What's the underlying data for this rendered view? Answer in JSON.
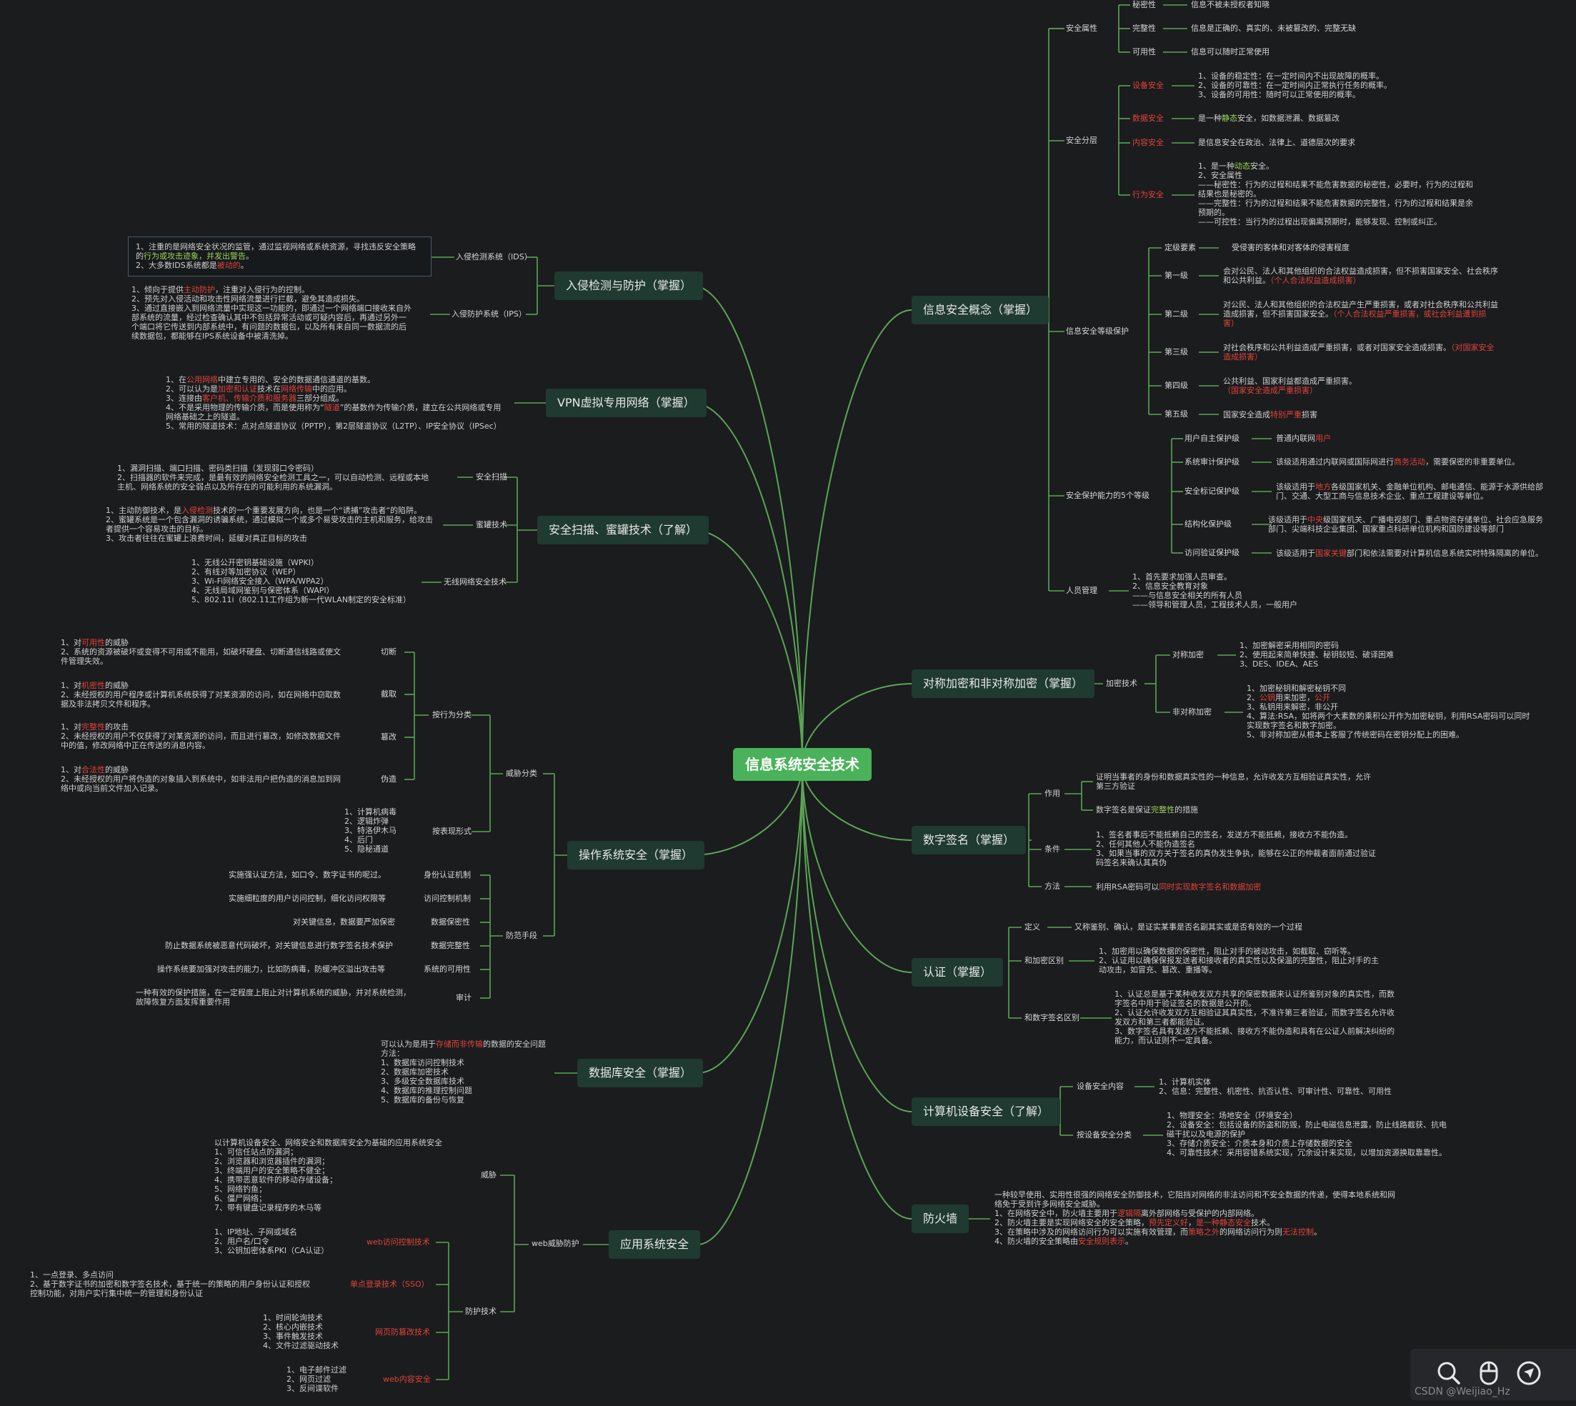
{
  "center": "信息系统安全技术",
  "branches": {
    "info": "信息安全概念（掌握）",
    "ids": "入侵检测与防护（掌握）",
    "vpn": "VPN虚拟专用网络（掌握）",
    "scan": "安全扫描、蜜罐技术（了解）",
    "os": "操作系统安全（掌握）",
    "db": "数据库安全（掌握）",
    "app": "应用系统安全",
    "crypto": "对称加密和非对称加密（掌握）",
    "sig": "数字签名（掌握）",
    "auth": "认证（掌握）",
    "dev": "计算机设备安全（了解）",
    "fw": "防火墙"
  },
  "info": {
    "attr": "安全属性",
    "conf": "秘密性",
    "conf_d": "信息不被未授权者知晓",
    "integ": "完整性",
    "integ_d": "信息是正确的、真实的、未被篡改的、完整无缺",
    "avail": "可用性",
    "avail_d": "信息可以随时正常使用",
    "layer": "安全分层",
    "dev": "设备安全",
    "dev_d": "1、设备的稳定性：在一定时间内不出现故障的概率。\n2、设备的可靠性：在一定时间内正常执行任务的概率。\n3、设备的可用性：随时可以正常使用的概率。",
    "data": "数据安全",
    "data_d1": "是一种",
    "data_d2": "静态",
    "data_d3": "安全，如数据泄漏、数据篡改",
    "content": "内容安全",
    "content_d": "是信息安全在政治、法律上、道德层次的要求",
    "behav": "行为安全",
    "behav_d1": "1、是一种",
    "behav_d2": "动态",
    "behav_d3": "安全。",
    "behav_d4": "2、安全属性\n——秘密性：行为的过程和结果不能危害数据的秘密性，必要时，行为的过程和\n结果也是秘密的。\n——完整性：行为的过程和结果不能危害数据的完整性，行为的过程和结果是余\n预期的。\n——可控性：当行为的过程出现偏离预期时，能够发现、控制或纠正。",
    "grade": "信息安全等级保护",
    "g0": "定级要素",
    "g0_d": "受侵害的客体和对客体的侵害程度",
    "g1": "第一级",
    "g1_d1": "会对公民、法人和其他组织的合法权益造成损害，但不损害国家安全、社会秩序\n和公共利益。",
    "g1_d2": "（个人合法权益造成损害）",
    "g2": "第二级",
    "g2_d1": "对公民、法人和其他组织的合法权益产生严重损害，或者对社会秩序和公共利益\n造成损害，但不损害国家安全。",
    "g2_d2": "（个人合法权益严重损害，或社会利益遭到损\n害）",
    "g3": "第三级",
    "g3_d1": "对社会秩序和公共利益造成严重损害，或者对国家安全造成损害。",
    "g3_d2": "（对国家安全\n造成损害）",
    "g4": "第四级",
    "g4_d1": "公共利益、国家利益都造成严重损害。",
    "g4_d2": "（国家安全造成严重损害）",
    "g5": "第五级",
    "g5_d1": "国家安全造成",
    "g5_d2": "特别严重",
    "g5_d3": "损害",
    "level5": "安全保护能力的5个等级",
    "l1": "用户自主保护级",
    "l1_d1": "普通内联网",
    "l1_d2": "用户",
    "l2": "系统审计保护级",
    "l2_d1": "该级适用通过内联网或国际网进行",
    "l2_d2": "商务活动",
    "l2_d3": "，需要保密的非重要单位。",
    "l3": "安全标记保护级",
    "l3_d1": "该级适用于",
    "l3_d2": "地方",
    "l3_d3": "各级国家机关、金融单位机构、邮电通信、能源于水源供给部\n门、交通、大型工商与信息技术企业、重点工程建设等单位。",
    "l4": "结构化保护级",
    "l4_d1": "该级适用于",
    "l4_d2": "中央",
    "l4_d3": "级国家机关、广播电视部门、重点物资存储单位、社会应急服务\n部门、尖端科技企业集团、国家重点科研单位机构和国防建设等部门",
    "l5": "访问验证保护级",
    "l5_d1": "该级适用于",
    "l5_d2": "国家关键",
    "l5_d3": "部门和依法需要对计算机信息系统实时特殊隔离的单位。",
    "people": "人员管理",
    "people_d": "1、首先要求加强人员审查。\n2、信息安全教育对象\n——与信息安全相关的所有人员\n——领导和管理人员，工程技术人员，一般用户"
  },
  "ids": {
    "ids_l": "入侵检测系统（IDS）",
    "ids_d1": "1、注重的是网络安全状况的监管，通过监视网络或系统资源，寻找违反安全策略\n的",
    "ids_d2": "行为或攻击迹象，并发出警告",
    "ids_d3": "。\n2、大多数IDS系统都是",
    "ids_d4": "被动的",
    "ids_d5": "。",
    "ips_l": "入侵防护系统（IPS）",
    "ips_d1": "1、倾向于提供",
    "ips_d2": "主动防护",
    "ips_d3": "，注重对入侵行为的控制。\n2、预先对入侵活动和攻击性网络流量进行拦截，避免其造成损失。\n3、通过直接嵌入到网络流量中实现这一功能的，即通过一个网络端口接收来自外\n部系统的流量，经过检查确认其中不包括异常活动或可疑内容后，再通过另外一\n个端口将它传送到内部系统中，有问题的数据包，以及所有来自同一数据流的后\n续数据包，都能够在IPS系统设备中被清洗掉。"
  },
  "vpn": {
    "d1": "1、在",
    "d2": "公用网络",
    "d3": "中建立专用的、安全的数据通信通道的基数。",
    "d4": "2、可以认为是",
    "d5": "加密和认证",
    "d6": "技术在",
    "d7": "网络传输",
    "d8": "中的应用。",
    "d9": "3、连接由",
    "d10": "客户机、传输介质和服务器",
    "d11": "三部分组成。",
    "d12": "4、不是采用物理的传输介质，而是使用称为“",
    "d13": "隧道",
    "d14": "”的基数作为传输介质，建立在公共网络或专用\n网络基础之上的隧道。",
    "d15": "5、常用的隧道技术：点对点隧道协议（PPTP），第2层隧道协议（L2TP）、IP安全协议（IPSec）"
  },
  "scan": {
    "s_l": "安全扫描",
    "s_d": "1、漏洞扫描、端口扫描、密码类扫描（发现弱口令密码）\n2、扫描器的软件来完成，是最有效的网络安全检测工具之一，可以自动检测、远程或本地\n主机、网络系统的安全弱点以及所存在的可能利用的系统漏洞。",
    "h_l": "蜜罐技术",
    "h_d1": "1、主动防御技术，是",
    "h_d2": "入侵检测",
    "h_d3": "技术的一个重要发展方向，也是一个“诱捕”攻击者“的陷阱。\n2、蜜罐系统是一个包含漏洞的诱骗系统，通过模拟一个或多个易受攻击的主机和服务，给攻击\n者提供一个容易攻击的目标。\n3、攻击者往往在蜜罐上浪费时间，延缓对真正目标的攻击",
    "w_l": "无线网络安全技术",
    "w_d": "1、无线公开密钥基础设施（WPKI）\n2、有线对等加密协议（WEP）\n3、Wi-Fi网络安全接入（WPA/WPA2）\n4、无线局域网鉴别与保密体系（WAPI）\n5、802.11i（802.11工作组为新一代WLAN制定的安全标准）"
  },
  "os": {
    "threat": "威胁分类",
    "byact": "按行为分类",
    "cut": "切断",
    "cut_d1": "1、对",
    "cut_d2": "可用性",
    "cut_d3": "的威胁\n2、系统的资源被破坏或变得不可用或不能用，如破坏硬盘、切断通信线路或使文\n件管理失效。",
    "intc": "截取",
    "intc_d1": "1、对",
    "intc_d2": "机密性",
    "intc_d3": "的威胁\n2、未经授权的用户程序或计算机系统获得了对某资源的访问，如在网络中窃取数\n据及非法拷贝文件和程序。",
    "tamp": "篡改",
    "tamp_d1": "1、对",
    "tamp_d2": "完整性",
    "tamp_d3": "的攻击\n2、未经授权的用户不仅获得了对某资源的访问，而且进行篡改，如修改数据文件\n中的值，修改网络中正在传送的消息内容。",
    "forg": "伪造",
    "forg_d1": "1、对",
    "forg_d2": "合法性",
    "forg_d3": "的威胁\n2、未经授权的用户将伪造的对象插入到系统中，如非法用户把伪造的消息加到网\n络中或向当前文件加入记录。",
    "byform": "按表现形式",
    "form_d": "1、计算机病毒\n2、逻辑炸弹\n3、特洛伊木马\n4、后门\n5、隐秘通道",
    "prot": "防范手段",
    "p1": "身份认证机制",
    "p1_d": "实施强认证方法，如口令、数字证书的呢过。",
    "p2": "访问控制机制",
    "p2_d": "实施细粒度的用户访问控制，细化访问权限等",
    "p3": "数据保密性",
    "p3_d": "对关键信息，数据要严加保密",
    "p4": "数据完整性",
    "p4_d": "防止数据系统被恶意代码破坏，对关键信息进行数字签名技术保护",
    "p5": "系统的可用性",
    "p5_d": "操作系统要加强对攻击的能力，比如防病毒，防缓冲区溢出攻击等",
    "p6": "审计",
    "p6_d": "一种有效的保护措施，在一定程度上阻止对计算机系统的威胁，并对系统检测，\n故障恢复方面发挥重要作用"
  },
  "db": {
    "d1": "可以认为是用于",
    "d2": "存储而非传输",
    "d3": "的数据的安全问题",
    "d4": "方法：\n1、数据库访问控制技术\n2、数据库加密技术\n3、多级安全数据库技术\n4、数据库的推理控制问题\n5、数据库的备份与恢复"
  },
  "app": {
    "web": "web威胁防护",
    "threat": "威胁",
    "threat_d": "以计算机设备安全、网络安全和数据库安全为基础的应用系统安全\n1、可信任站点的漏洞；\n2、浏览器和浏览器插件的漏洞；\n3、终端用户的安全策略不健全；\n4、携带恶意软件的移动存储设备；\n5、网络钓鱼；\n6、僵尸网络；\n7、带有键盘记录程序的木马等",
    "prot": "防护技术",
    "t1": "web访问控制技术",
    "t1_d": "1、IP地址、子网或域名\n2、用户名/口令\n3、公钥加密体系PKI（CA认证）",
    "t2": "单点登录技术（SSO）",
    "t2_d": "1、一点登录、多点访问\n2、基于数字证书的加密和数字签名技术，基于统一的策略的用户身份认证和授权\n控制功能，对用户实行集中统一的管理和身份认证",
    "t3": "网页防篡改技术",
    "t3_d": "1、时间轮询技术\n2、核心内嵌技术\n3、事件触发技术\n4、文件过滤驱动技术",
    "t4": "web内容安全",
    "t4_d": "1、电子邮件过滤\n2、网页过滤\n3、反间谍软件"
  },
  "crypto": {
    "tech": "加密技术",
    "sym": "对称加密",
    "sym_d": "1、加密解密采用相同的密码\n2、使用起来简单快捷、秘钥较短、破译困难\n3、DES、IDEA、AES",
    "asym": "非对称加密",
    "asym_d1": "1、加密秘钥和解密秘钥不同",
    "asym_d2": "2、",
    "asym_d3": "公钥",
    "asym_d4": "用来加密，",
    "asym_d5": "公开",
    "asym_d6": "3、私钥用来解密，非公开\n4、算法:RSA，如将两个大素数的乘积公开作为加密秘钥，利用RSA密码可以同时\n实现数字签名和数字加密。\n5、非对称加密从根本上客服了传统密码在密钥分配上的困难。"
  },
  "sig": {
    "use": "作用",
    "use_d1": "证明当事者的身份和数据真实性的一种信息，允许收发方互相验证真实性，允许\n第三方验证",
    "use_d2": "数字签名是保证",
    "use_d3": "完整性",
    "use_d4": "的措施",
    "cond": "条件",
    "cond_d": "1、签名者事后不能抵赖自己的签名，发送方不能抵赖，接收方不能伪造。\n2、任何其他人不能伪造签名\n3、如果当事的双方关于签名的真伪发生争执，能够在公正的仲裁者面前通过验证\n码签名来确认其真伪",
    "meth": "方法",
    "meth_d1": "利用RSA密码可以",
    "meth_d2": "同时实现数字签名和数据加密"
  },
  "auth": {
    "def": "定义",
    "def_d": "又称鉴别、确认，是证实某事是否名副其实或是否有效的一个过程",
    "enc": "和加密区别",
    "enc_d": "1、加密用以确保数据的保密性，阻止对手的被动攻击，如截取、窃听等。\n2、认证用以确保保报发送者和接收者的真实性以及保温的完整性，阻止对手的主\n动攻击，如冒充、篡改、重播等。",
    "sig": "和数字签名区别",
    "sig_d": "1、认证总是基于某种收发双方共享的保密数据来认证所鉴别对象的真实性，而数\n字签名中用于验证签名的数据是公开的。\n2、认证允许收发双方互相验证其真实性，不准许第三者验证，而数字签名允许收\n发双方和第三者都能验证。\n3、数字签名具有发送方不能抵赖、接收方不能伪造和具有在公证人前解决纠纷的\n能力，而认证则不一定具备。"
  },
  "dev": {
    "content": "设备安全内容",
    "content_d": "1、计算机实体\n2、信息：完整性、机密性、抗否认性、可审计性、可靠性、可用性",
    "cls": "按设备安全分类",
    "cls_d": "1、物理安全：场地安全（环境安全）\n2、设备安全：包括设备的防盗和防毁，防止电磁信息泄露，防止线路截获、抗电\n磁干扰以及电源的保护\n3、存储介质安全：介质本身和介质上存储数据的安全\n4、可靠性技术：采用容错系统实现，冗余设计来实现，以增加资源换取靠靠性。"
  },
  "fw": {
    "d1": "一种较早使用、实用性很强的网络安全防御技术，它阻挡对网络的非法访问和不安全数据的传递，使得本地系统和网\n络免于受到许多网络安全威胁。",
    "d2": "1、在网络安全中，防火墙主要用于",
    "d3": "逻辑隔",
    "d4": "离外部网络与受保护的内部网络。",
    "d5": "2、防火墙主要是实现网络安全的安全策略，",
    "d6": "预先定义好",
    "d7": "，",
    "d8": "是一种静态安全",
    "d9": "技术。",
    "d10": "3、在策略中涉及的网络访问行为可以实施有效管理，而",
    "d11": "策略之外",
    "d12": "的网络访问行为则",
    "d13": "无法控制",
    "d14": "。",
    "d15": "4、防火墙的安全策略由",
    "d16": "安全规则表示",
    "d17": "。"
  },
  "watermark": "CSDN @Weijiao_Hz",
  "colors": {
    "bg": "#1b1c1e",
    "line": "#5aa555",
    "center": "#49b25a",
    "node": "#1f3a30",
    "red": "#e0433a",
    "green": "#9bd45a"
  },
  "icons": [
    "search-icon",
    "mouse-icon",
    "navigate-icon"
  ]
}
